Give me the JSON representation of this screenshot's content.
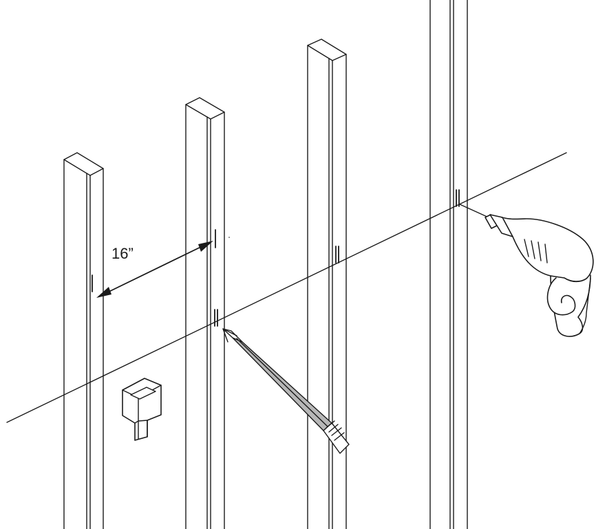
{
  "diagram": {
    "dimension_label": "16”",
    "colors": {
      "line": "#1a1a1a",
      "background": "#ffffff",
      "pencil_grey": "#b7b7b7"
    },
    "icons": [
      "wall-stud",
      "level-line",
      "stud-finder-icon",
      "pencil-icon",
      "drill-icon",
      "dimension-arrow"
    ]
  }
}
